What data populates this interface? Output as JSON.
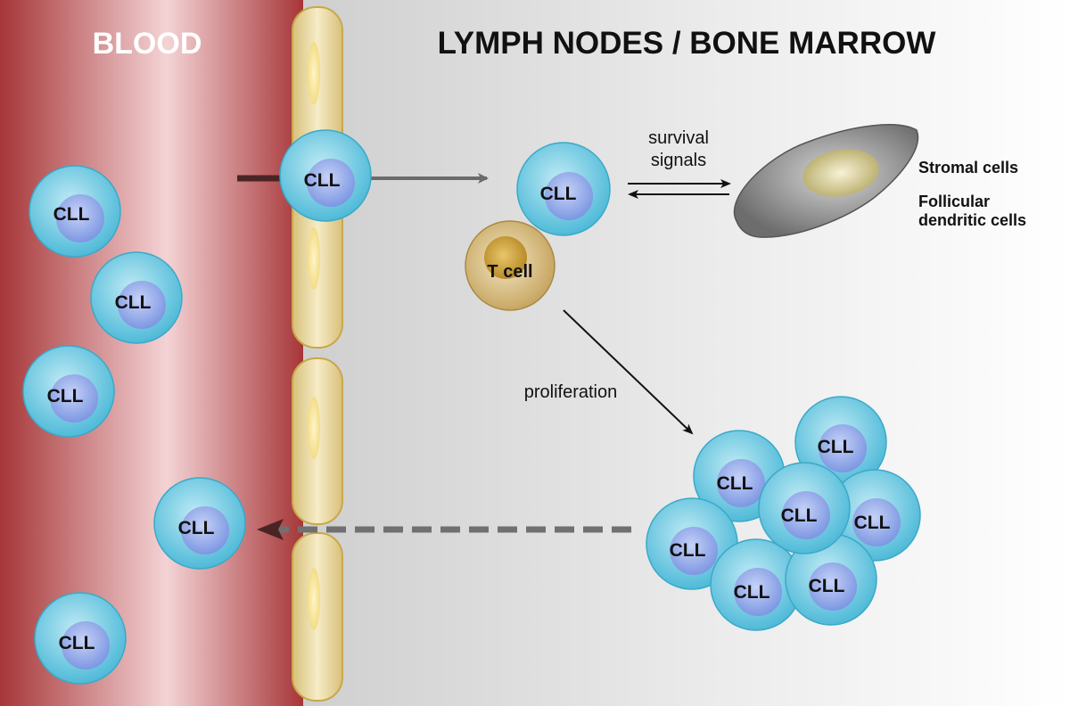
{
  "titles": {
    "blood": "BLOOD",
    "tissue": "LYMPH NODES / BONE MARROW"
  },
  "cells": {
    "cll_label": "CLL",
    "t_cell_label": "T cell",
    "stromal_label": "Stromal cells",
    "follicular_line1": "Follicular",
    "follicular_line2": "dendritic cells"
  },
  "arrows": {
    "survival_line1": "survival",
    "survival_line2": "signals",
    "proliferation": "proliferation"
  },
  "colors": {
    "blood_dark": "#a83a3c",
    "blood_light": "#f3d0d2",
    "tissue_grey": "#d9d9d9",
    "cll_outer": "#5cc3dd",
    "cll_nucleus": "#8aa4e6",
    "endothelium": "#e2cf8a",
    "t_cell": "#c9a85e",
    "stromal": "#7c7c7c",
    "arrow_grey": "#6b6b6b",
    "dashed_grey": "#707070"
  }
}
